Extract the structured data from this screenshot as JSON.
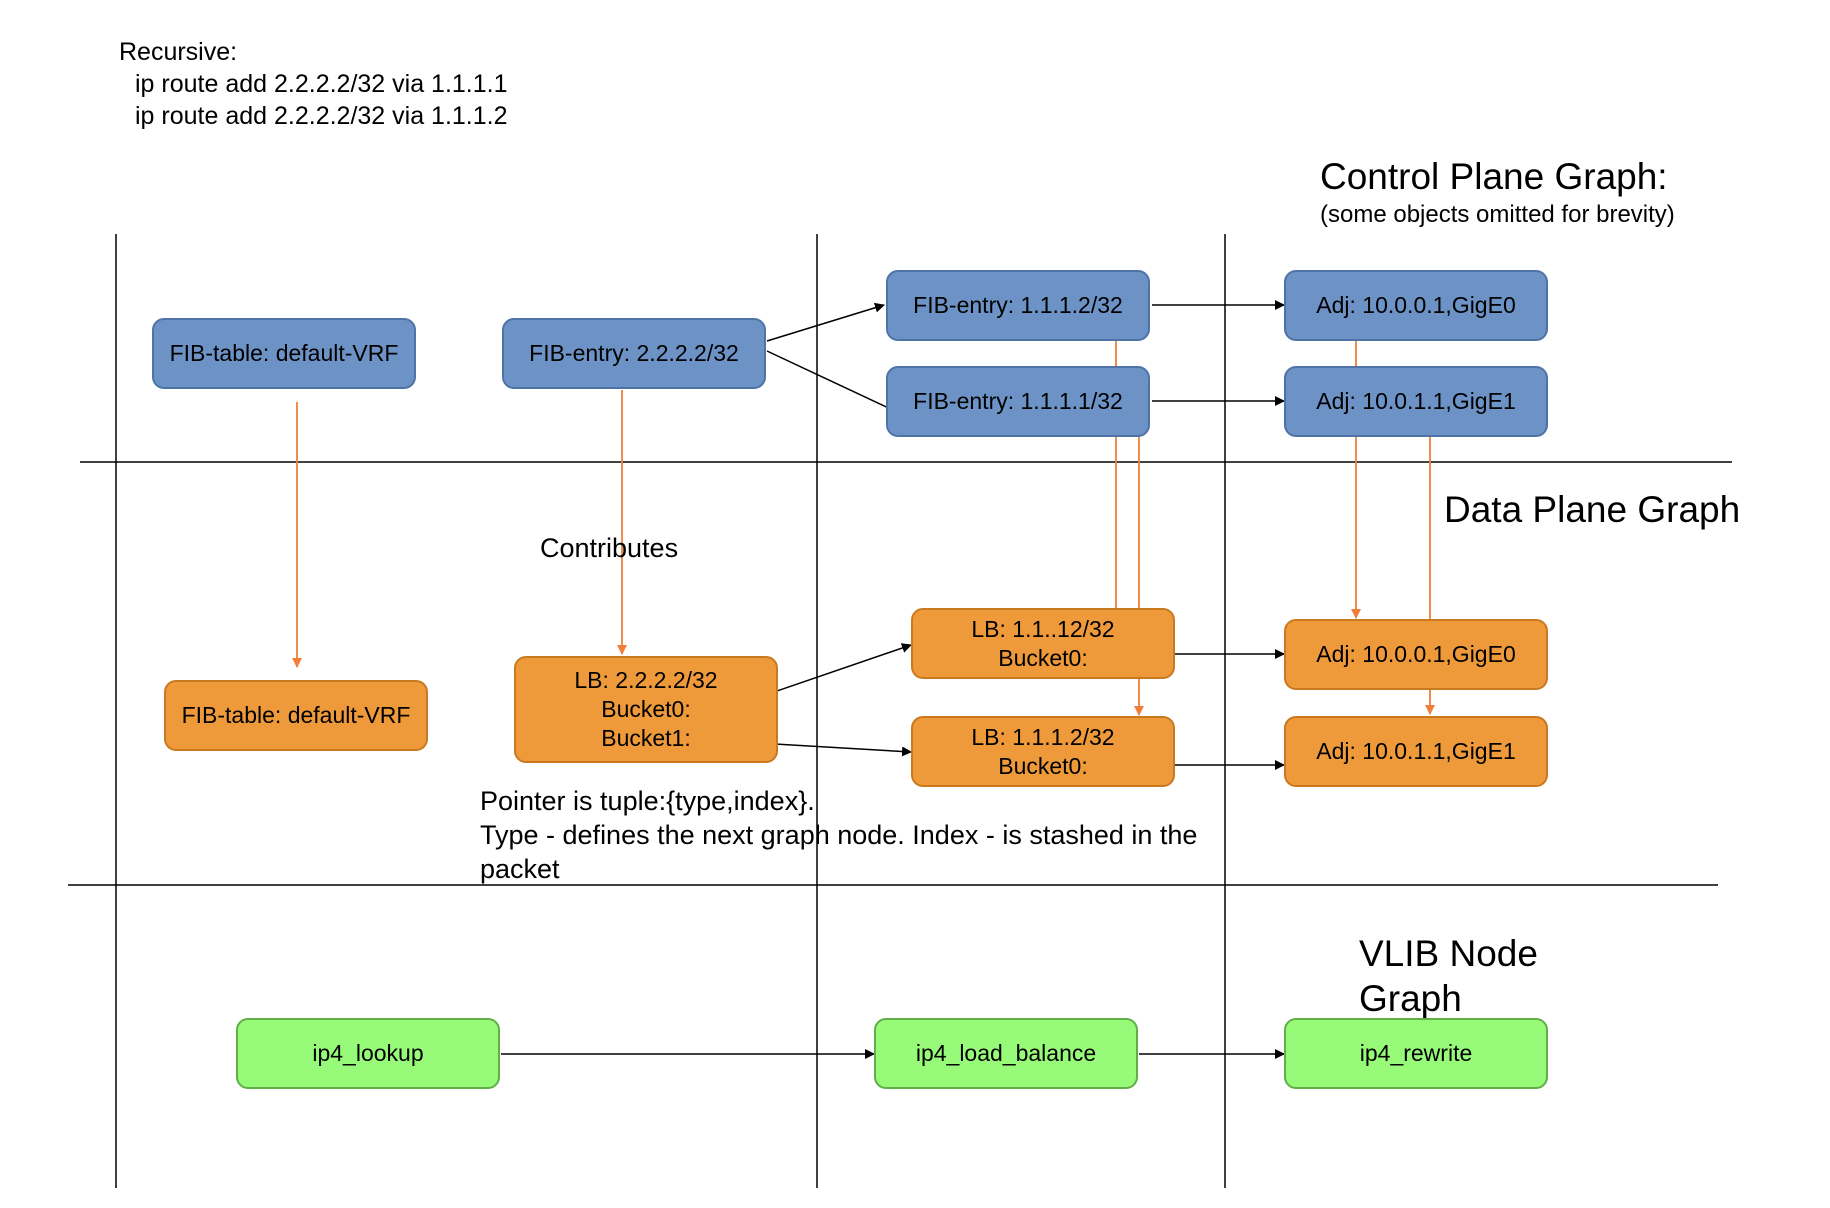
{
  "header": {
    "recursive_title": "Recursive:",
    "route_1": "ip route add 2.2.2.2/32 via 1.1.1.1",
    "route_2": "ip route add 2.2.2.2/32 via 1.1.1.2"
  },
  "sections": {
    "control_plane_title": "Control Plane Graph:",
    "control_plane_subtitle": "(some objects omitted for brevity)",
    "data_plane_title": "Data Plane Graph",
    "vlib_title_line1": "VLIB Node",
    "vlib_title_line2": "Graph"
  },
  "labels": {
    "contributes": "Contributes",
    "pointer_line1": "Pointer is tuple:{type,index}.",
    "pointer_line2": "Type - defines the next graph node. Index - is stashed in the",
    "pointer_line3": "packet"
  },
  "control_plane": {
    "fib_table": "FIB-table: default-VRF",
    "fib_entry_2222": "FIB-entry: 2.2.2.2/32",
    "fib_entry_1112": "FIB-entry: 1.1.1.2/32",
    "fib_entry_1111": "FIB-entry: 1.1.1.1/32",
    "adj_gige0": "Adj: 10.0.0.1,GigE0",
    "adj_gige1": "Adj: 10.0.1.1,GigE1"
  },
  "data_plane": {
    "fib_table": "FIB-table: default-VRF",
    "lb_2222": {
      "title": "LB: 2.2.2.2/32",
      "bucket0": "Bucket0:",
      "bucket1": "Bucket1:"
    },
    "lb_a": {
      "title": "LB: 1.1..12/32",
      "bucket0": "Bucket0:"
    },
    "lb_b": {
      "title": "LB: 1.1.1.2/32",
      "bucket0": "Bucket0:"
    },
    "adj_gige0": "Adj: 10.0.0.1,GigE0",
    "adj_gige1": "Adj: 10.0.1.1,GigE1"
  },
  "vlib": {
    "ip4_lookup": "ip4_lookup",
    "ip4_load_balance": "ip4_load_balance",
    "ip4_rewrite": "ip4_rewrite"
  },
  "colors": {
    "control_node": "#6d93c6",
    "data_node": "#ef9a3a",
    "vlib_node": "#97fb79",
    "contribute_arrow": "#ef7f3a",
    "edge": "#000000"
  }
}
